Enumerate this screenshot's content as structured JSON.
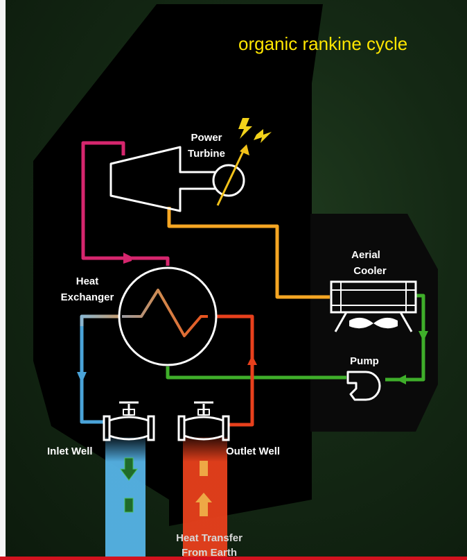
{
  "title": "organic rankine cycle",
  "labels": {
    "power_turbine_line1": "Power",
    "power_turbine_line2": "Turbine",
    "aerial_cooler_line1": "Aerial",
    "aerial_cooler_line2": "Cooler",
    "heat_exchanger_line1": "Heat",
    "heat_exchanger_line2": "Exchanger",
    "pump": "Pump",
    "inlet_well": "Inlet Well",
    "outlet_well": "Outlet Well",
    "heat_transfer_line1": "Heat Transfer",
    "heat_transfer_line2": "From Earth"
  },
  "colors": {
    "hot_fluid": "#e8401c",
    "cold_fluid": "#4aa3d8",
    "vapor_line": "#d6266e",
    "turbine_exhaust": "#f5a623",
    "condensate": "#3fae2a",
    "title": "#ffe600",
    "lightning": "#f2d21a"
  },
  "icons": [
    "lightning-icon",
    "fan-icon",
    "valve-icon",
    "arrow-down-icon",
    "arrow-up-icon",
    "flow-arrow-icon"
  ]
}
